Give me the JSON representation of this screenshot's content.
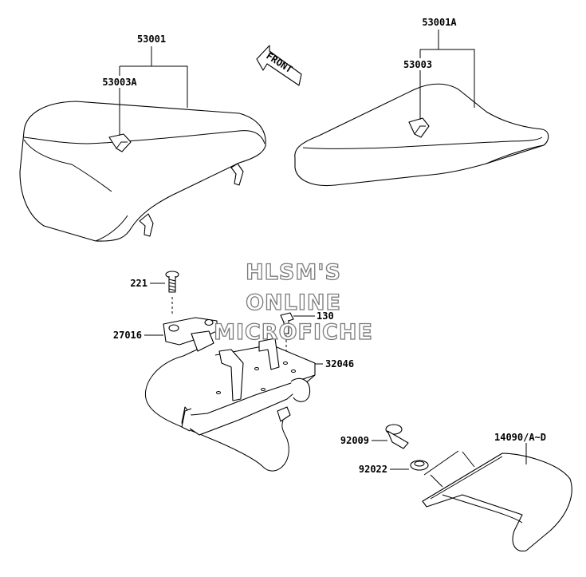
{
  "callouts": {
    "seat_front": "53001",
    "seat_front_label": "53003A",
    "seat_rear": "53001A",
    "seat_rear_label": "53003",
    "screw": "221",
    "latch": "27016",
    "bolt": "130",
    "bracket": "32046",
    "bolt_cover": "92009",
    "washer": "92022",
    "cover": "14090/A~D"
  },
  "front_arrow": "FRONT",
  "watermark": {
    "line1": "HLSM'S",
    "line2": "ONLINE",
    "line3": "MICROFICHE"
  }
}
